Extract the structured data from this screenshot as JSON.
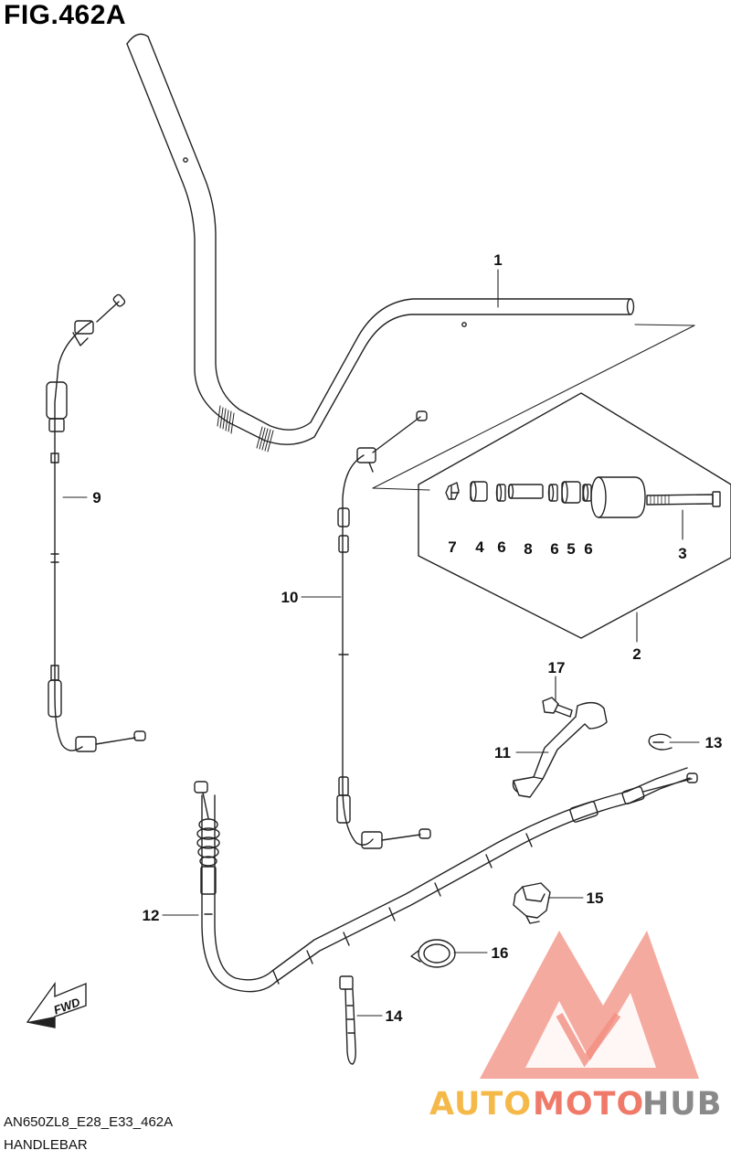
{
  "figure": {
    "title": "FIG.462A",
    "code": "AN650ZL8_E28_E33_462A",
    "name": "HANDLEBAR"
  },
  "parts": {
    "p1": "1",
    "p2": "2",
    "p3": "3",
    "p4": "4",
    "p5": "5",
    "p6a": "6",
    "p6b": "6",
    "p6c": "6",
    "p7": "7",
    "p8": "8",
    "p9": "9",
    "p10": "10",
    "p11": "11",
    "p12": "12",
    "p13": "13",
    "p14": "14",
    "p15": "15",
    "p16": "16",
    "p17": "17"
  },
  "fwd_label": "FWD",
  "watermark": {
    "auto": "AUTO",
    "moto": "MOTO",
    "hub": "HUB",
    "colors": {
      "auto": "#f5b94a",
      "moto": "#f07a6a",
      "hub": "#8a8a8a",
      "logo": "#f07a6a"
    }
  }
}
